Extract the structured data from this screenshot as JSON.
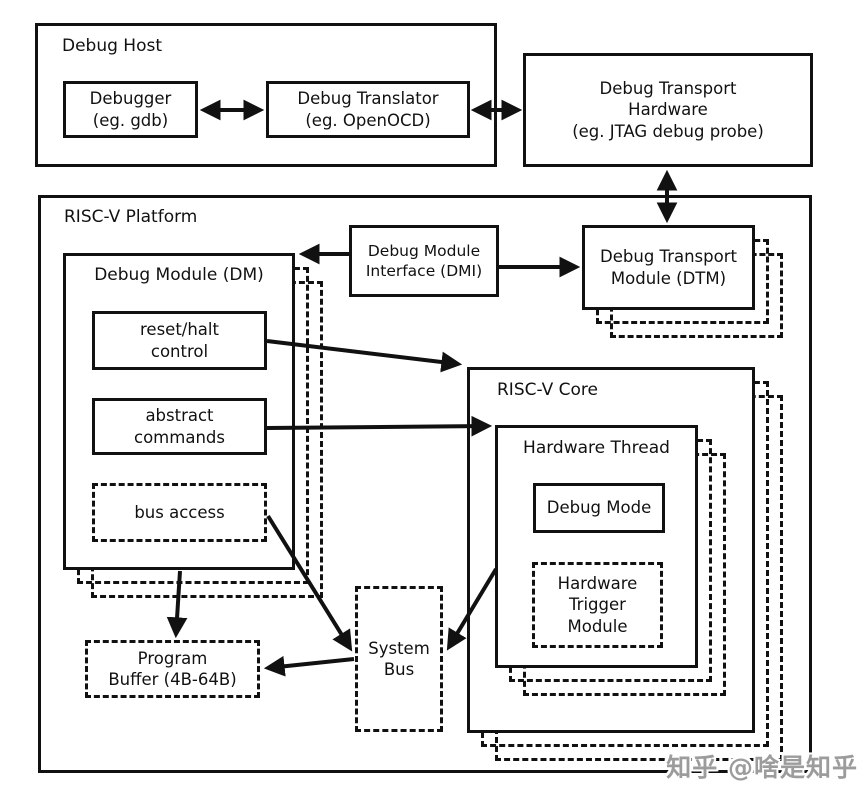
{
  "colors": {
    "line": "#111111",
    "background": "#ffffff",
    "watermark": "#9c9c9c"
  },
  "boxes": {
    "debug_host": "Debug Host",
    "debugger": "Debugger\n(eg. gdb)",
    "debug_translator": "Debug Translator\n(eg. OpenOCD)",
    "debug_transport_hardware": "Debug Transport\nHardware\n(eg. JTAG debug probe)",
    "riscv_platform": "RISC-V Platform",
    "debug_module": "Debug Module (DM)",
    "reset_halt_control": "reset/halt\ncontrol",
    "abstract_commands": "abstract\ncommands",
    "bus_access": "bus access",
    "debug_module_interface": "Debug Module\nInterface (DMI)",
    "debug_transport_module": "Debug Transport\nModule (DTM)",
    "riscv_core": "RISC-V Core",
    "hardware_thread": "Hardware Thread",
    "debug_mode": "Debug Mode",
    "hardware_trigger_module": "Hardware\nTrigger\nModule",
    "system_bus": "System\nBus",
    "program_buffer": "Program\nBuffer (4B-64B)"
  },
  "watermark": {
    "text": "知乎 @啥是知乎"
  }
}
